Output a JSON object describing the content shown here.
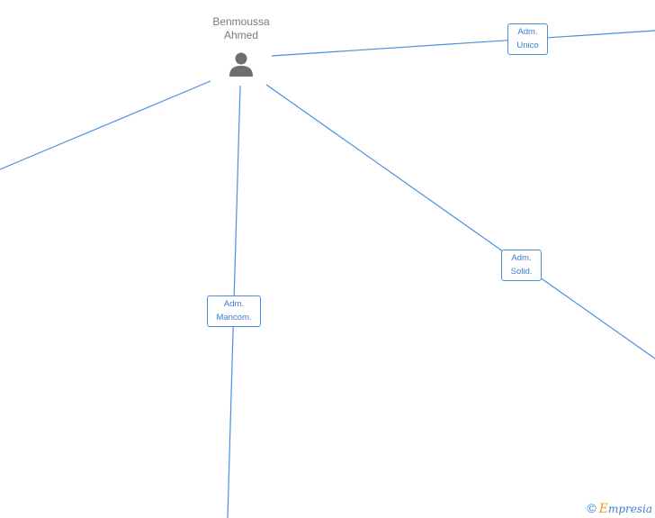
{
  "person": {
    "name_line1": "Benmoussa",
    "name_line2": "Ahmed",
    "icon": "person-silhouette-icon"
  },
  "relations": [
    {
      "id": "unico",
      "line1": "Adm.",
      "line2": "Unico"
    },
    {
      "id": "solid",
      "line1": "Adm.",
      "line2": "Solid."
    },
    {
      "id": "mancom",
      "line1": "Adm.",
      "line2": "Mancom."
    }
  ],
  "footer": {
    "copyright_symbol": "©",
    "brand_initial": "E",
    "brand_rest": "mpresia"
  },
  "colors": {
    "edge": "#4a8fdc",
    "label_text": "#3a7fcf",
    "person_name": "#7a7a7a",
    "person_icon": "#6e6e6e",
    "brand_initial": "#f39c1a"
  }
}
